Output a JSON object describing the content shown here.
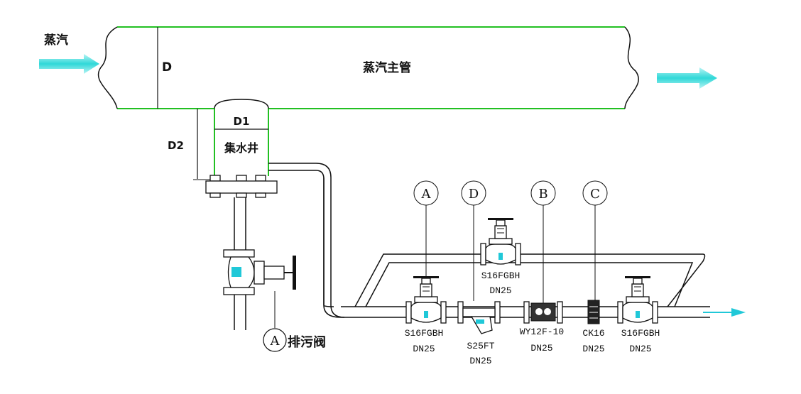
{
  "labels": {
    "steam": "蒸汽",
    "main_pipe": "蒸汽主管",
    "dim_d": "D",
    "dim_d1": "D1",
    "dim_d2": "D2",
    "drip_well": "集水井",
    "blowdown_tag": "A",
    "blowdown_valve": "排污阀"
  },
  "callouts": [
    "A",
    "D",
    "B",
    "C"
  ],
  "components": [
    {
      "model": "S16FGBH",
      "size": "DN25"
    },
    {
      "model": "S25FT",
      "size": "DN25"
    },
    {
      "model": "WY12F-10",
      "size": "DN25"
    },
    {
      "model": "CK16",
      "size": "DN25"
    },
    {
      "model": "S16FGBH",
      "size": "DN25"
    }
  ],
  "bypass_valve": {
    "model": "S16FGBH",
    "size": "DN25"
  },
  "colors": {
    "pipe_wall": "#22c022",
    "flow_arrow": "#40e0e0",
    "valve_accent": "#20c8d8"
  }
}
